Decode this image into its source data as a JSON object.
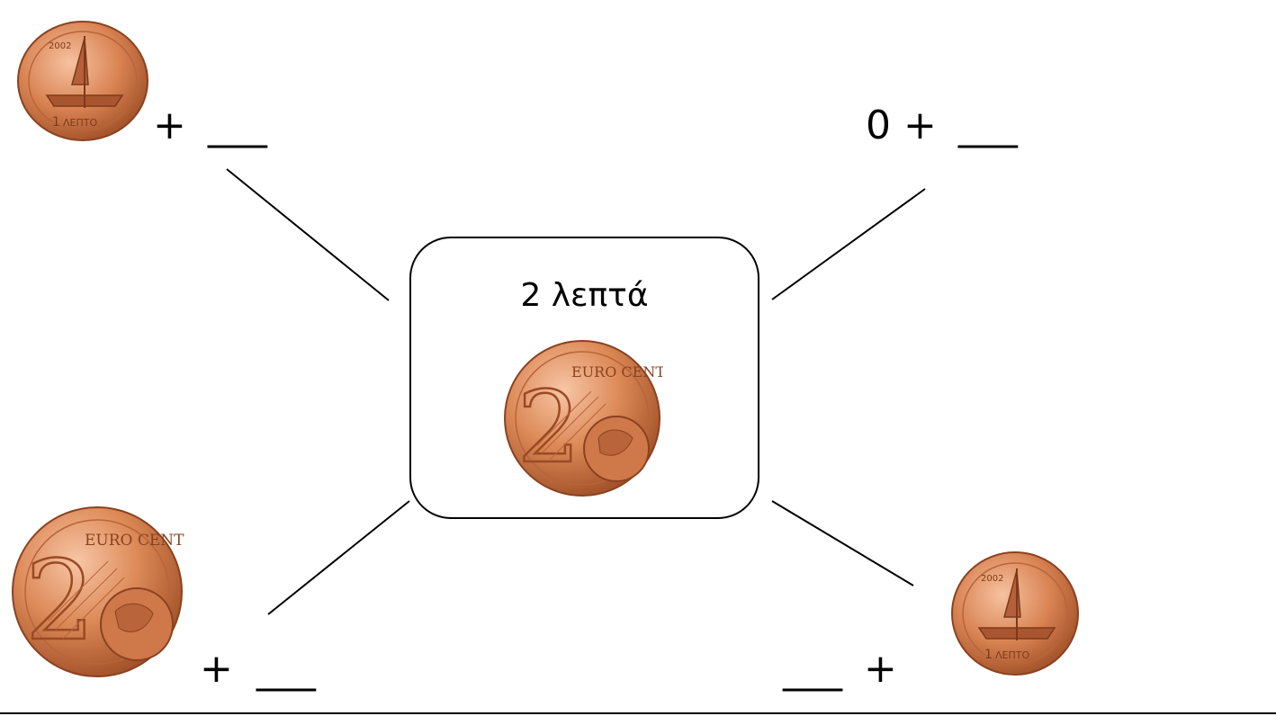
{
  "center": {
    "title": "2 λεπτά",
    "coin": {
      "value": "2",
      "text": "EURO CENT",
      "color": "#d9824e"
    }
  },
  "branches": {
    "top_left": {
      "prefix": "+",
      "blank": "___"
    },
    "top_right": {
      "prefix": "0 +",
      "blank": "___"
    },
    "bottom_left": {
      "prefix": "+",
      "blank": "___"
    },
    "bottom_right": {
      "blank": "___",
      "suffix": "+"
    }
  },
  "coins": {
    "one_cent": {
      "value": "1",
      "text": "ΛΕΠΤΟ",
      "year": "2002",
      "color": "#d9824e"
    },
    "two_cent": {
      "value": "2",
      "text": "EURO CENT",
      "color": "#d9824e"
    }
  }
}
